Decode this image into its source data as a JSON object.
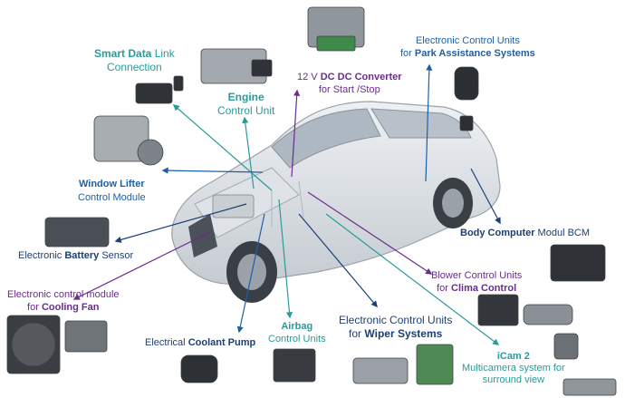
{
  "colors": {
    "teal": "#2a9a9a",
    "navy": "#1d3f73",
    "purple": "#6a2c8e",
    "blue": "#1f5fa8",
    "car_body": "#d9dde1"
  },
  "labels": {
    "smart_data": {
      "line1_bold": "Smart Data",
      "line1_rest": " Link",
      "line2": "Connection"
    },
    "engine": {
      "line1": "Engine",
      "line2": "Control Unit"
    },
    "dcdc": {
      "pre": "12 V ",
      "bold": "DC DC Converter",
      "line2": "for Start /Stop"
    },
    "park": {
      "line1": "Electronic Control Units",
      "line2_pre": "for ",
      "line2_bold": "Park Assistance Systems"
    },
    "window": {
      "line1": "Window Lifter",
      "line2": "Control Module"
    },
    "body_computer": {
      "bold": "Body Computer",
      "rest": " Modul BCM"
    },
    "battery": {
      "pre": "Electronic ",
      "bold": "Battery",
      "post": " Sensor"
    },
    "cooling_fan": {
      "line1": "Electronic control module",
      "line2_pre": "for ",
      "line2_bold": "Cooling Fan"
    },
    "blower": {
      "line1": "Blower Control Units",
      "line2_pre": "for ",
      "line2_bold": "Clima Control"
    },
    "coolant": {
      "pre": "Electrical ",
      "bold": "Coolant Pump"
    },
    "airbag": {
      "line1": "Airbag",
      "line2": "Control Units"
    },
    "wiper": {
      "line1": "Electronic Control Units",
      "line2_pre": "for ",
      "line2_bold": "Wiper Systems"
    },
    "icam": {
      "line1": "iCam 2",
      "line2": "Multicamera system for",
      "line3": "surround view"
    }
  }
}
